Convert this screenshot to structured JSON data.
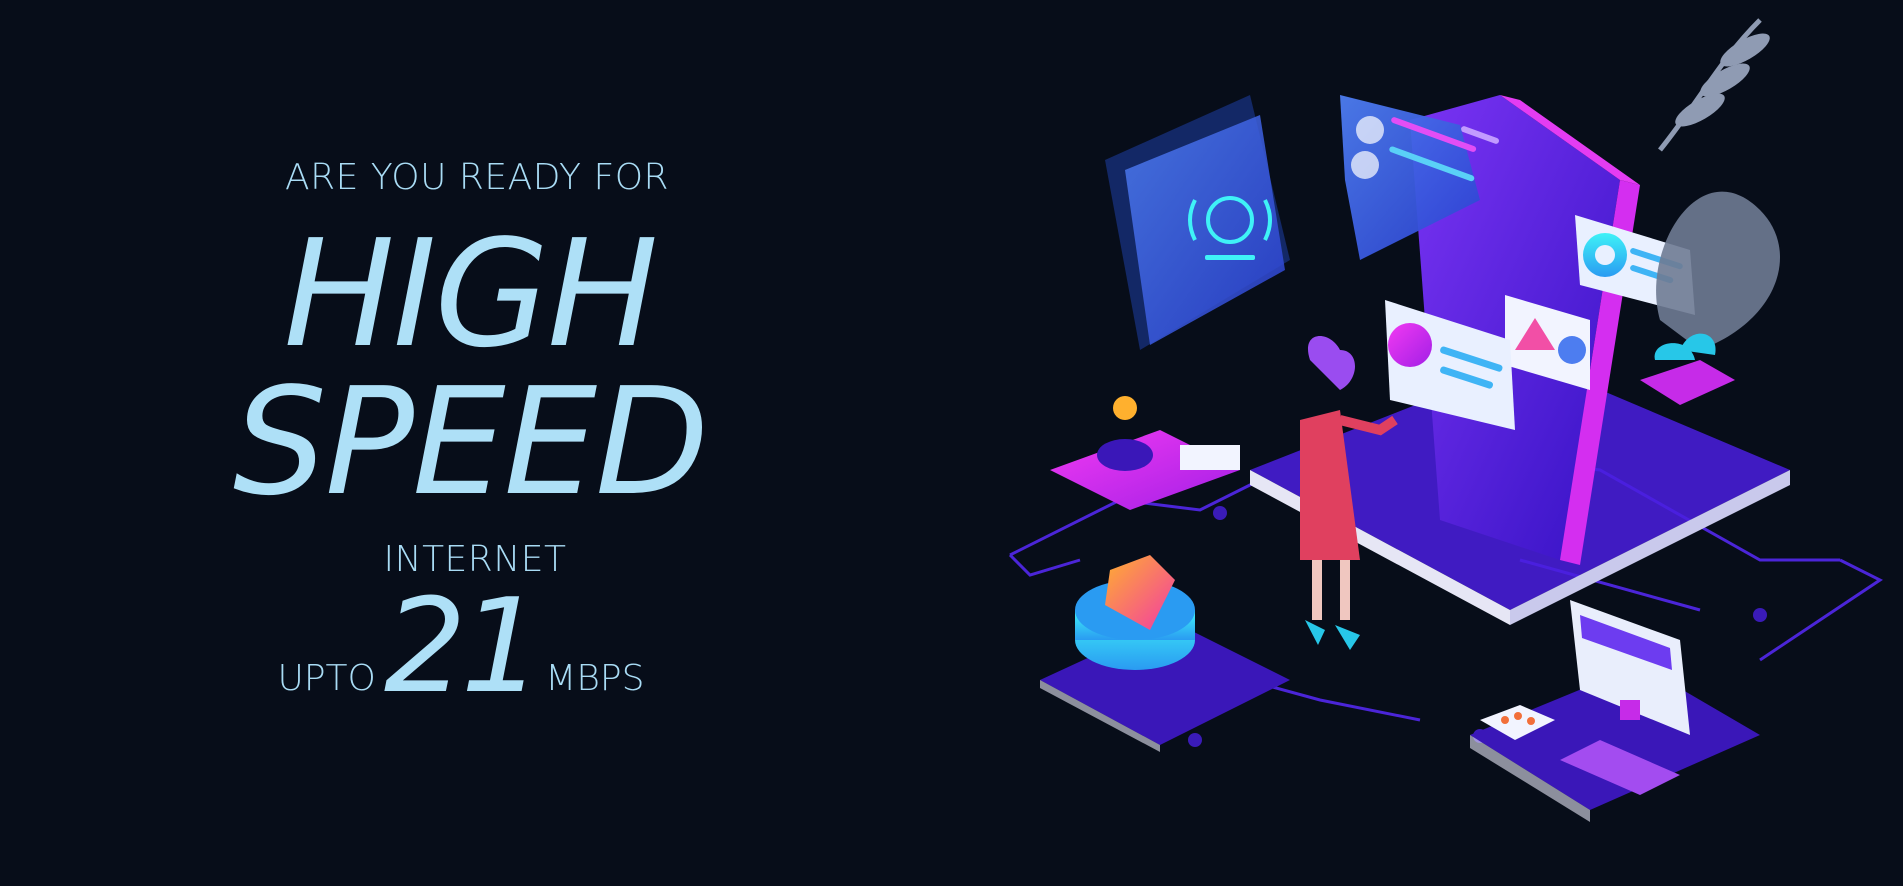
{
  "hero": {
    "pre_title": "ARE YOU READY FOR",
    "headline": "HIGH SPEED",
    "sub_title": "INTERNET",
    "speed_prefix": "UPTO",
    "speed_value": "21",
    "speed_unit": "MBPS"
  },
  "colors": {
    "background": "#070d19",
    "text": "#a9dcf5",
    "accent_purple": "#5b22e0",
    "accent_magenta": "#e02cf2",
    "accent_cyan": "#28d8f0"
  },
  "illustration": {
    "icons": [
      "phone-icon",
      "wifi-call-icon",
      "pie-chart-icon",
      "monitor-icon",
      "keyboard-icon",
      "chat-icon",
      "plant-icon",
      "person-figure"
    ]
  }
}
